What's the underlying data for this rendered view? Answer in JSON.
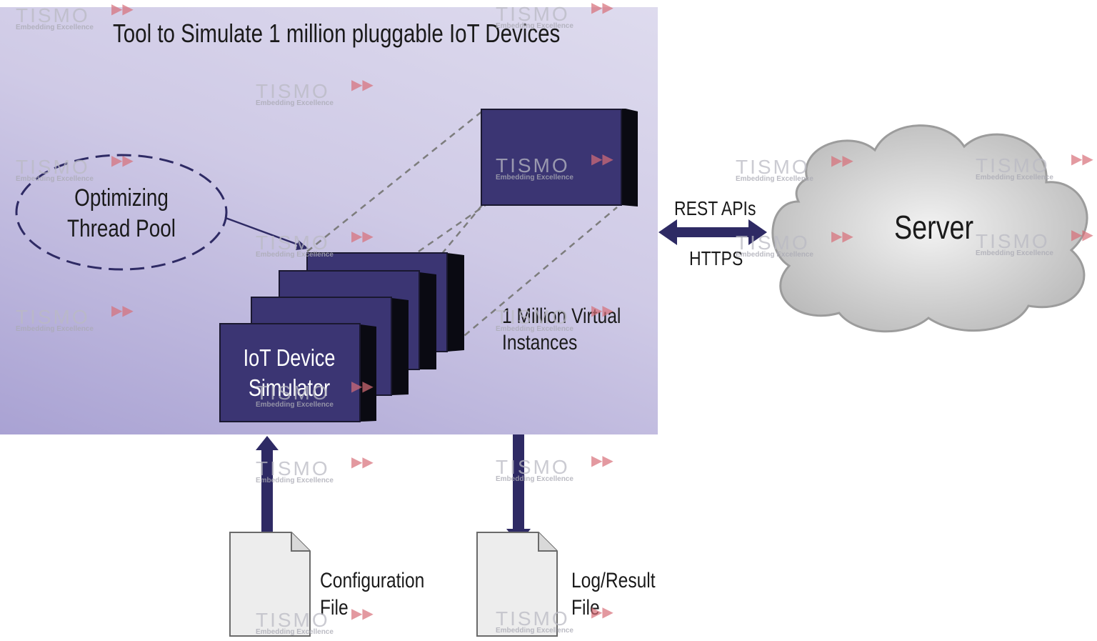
{
  "diagram": {
    "title": "Tool to Simulate 1 million pluggable IoT Devices",
    "thread_pool_label": [
      "Optimizing",
      "Thread Pool"
    ],
    "simulator_label": [
      "IoT Device",
      "Simulator"
    ],
    "instances_label": [
      "1 Million Virtual",
      "Instances"
    ],
    "api_label": "REST APIs",
    "protocol_label": "HTTPS",
    "server_label": "Server",
    "config_file_label": [
      "Configuration",
      "File"
    ],
    "log_file_label": [
      "Log/Result",
      "File"
    ]
  },
  "watermark": {
    "brand": "TISMO",
    "tagline": "Embedding Excellence",
    "icon": "double-chevron-right-icon"
  },
  "colors": {
    "panel_top": "#dedbee",
    "panel_bottom": "#a9a2d3",
    "device_fill": "#3b3573",
    "device_side": "#0a0a12",
    "arrow": "#2e2a64",
    "cloud": "#d4d4d4",
    "document": "#ededed"
  }
}
